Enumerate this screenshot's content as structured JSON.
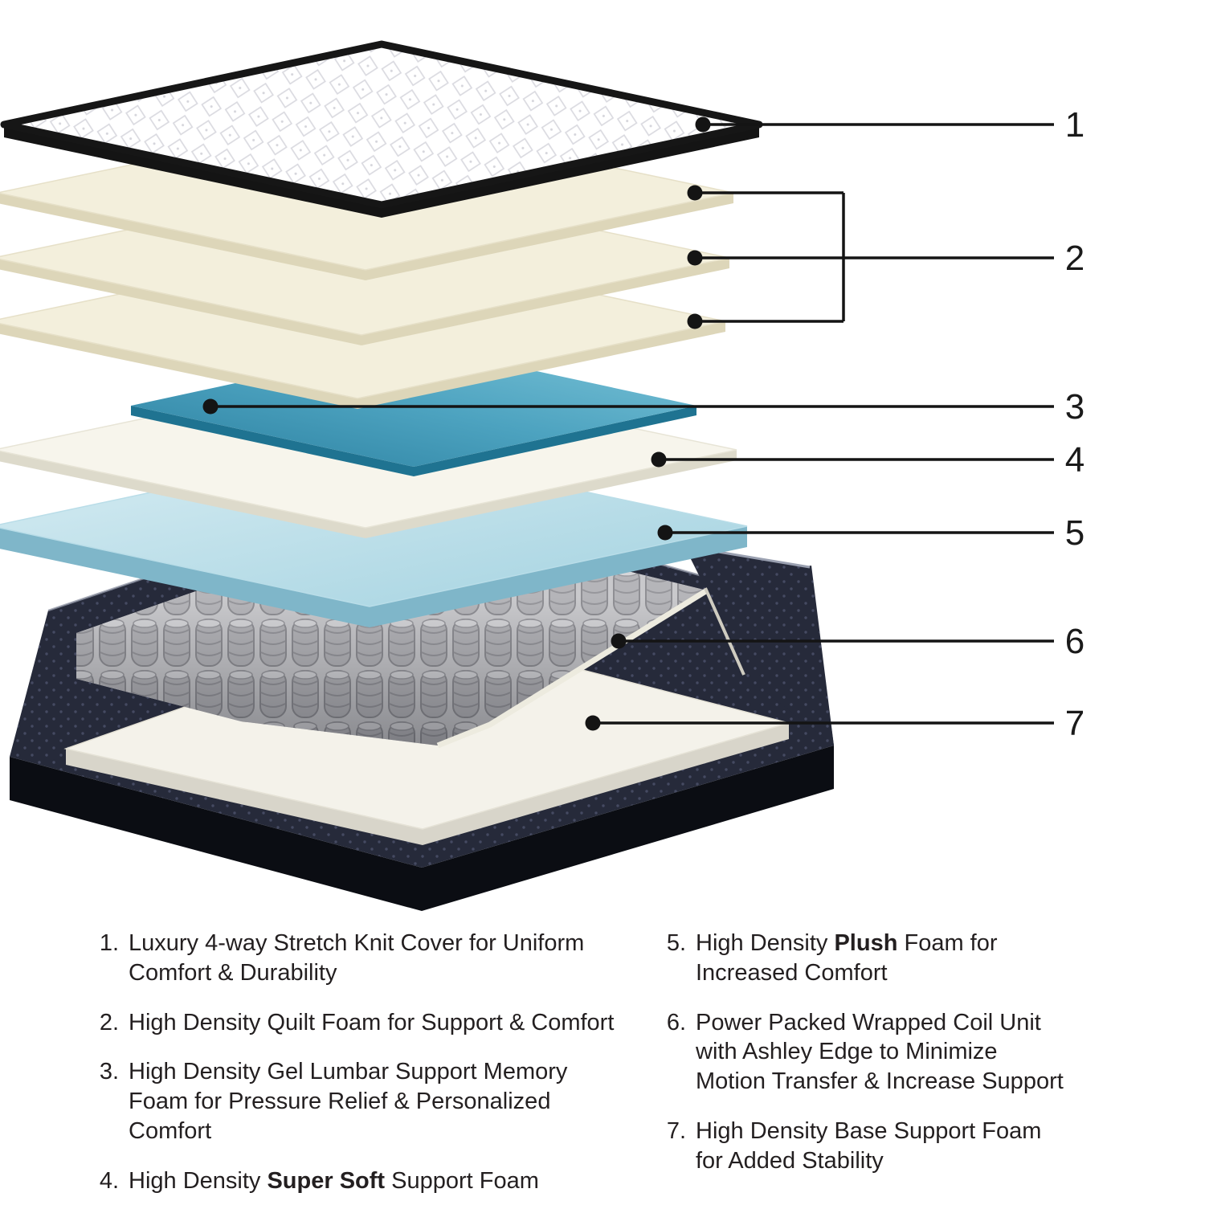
{
  "figure": {
    "type": "exploded-mattress-layer-diagram",
    "callouts": [
      "1",
      "2",
      "3",
      "4",
      "5",
      "6",
      "7"
    ]
  },
  "legend": {
    "left": [
      {
        "num": "1.",
        "pre": "Luxury 4-way Stretch Knit Cover for Uniform Comfort & Durability",
        "bold": "",
        "post": ""
      },
      {
        "num": "2.",
        "pre": "High Density Quilt Foam for Support & Comfort",
        "bold": "",
        "post": ""
      },
      {
        "num": "3.",
        "pre": "High Density Gel Lumbar Support Memory Foam for Pressure Relief & Personalized Comfort",
        "bold": "",
        "post": ""
      },
      {
        "num": "4.",
        "pre": "High Density ",
        "bold": "Super Soft",
        "post": " Support Foam"
      }
    ],
    "right": [
      {
        "num": "5.",
        "pre": "High Density ",
        "bold": "Plush",
        "post": " Foam for Increased Comfort"
      },
      {
        "num": "6.",
        "pre": "Power Packed Wrapped Coil Unit with Ashley Edge to Minimize Motion Transfer & Increase Support",
        "bold": "",
        "post": ""
      },
      {
        "num": "7.",
        "pre": "High Density Base Support Foam for Added Stability",
        "bold": "",
        "post": ""
      }
    ]
  },
  "colors": {
    "gel_blue": "#2a84a6",
    "plush_blue": "#a3d2e0",
    "foam_cream": "#f3efdc",
    "foam_white": "#f7f5ec",
    "cover_white": "#ffffff",
    "edge_black": "#141414",
    "fabric_navy": "#262a3a",
    "coil_gray": "#c6c6c9",
    "base_foam_white": "#f4f2ea",
    "text": "#231f20"
  }
}
